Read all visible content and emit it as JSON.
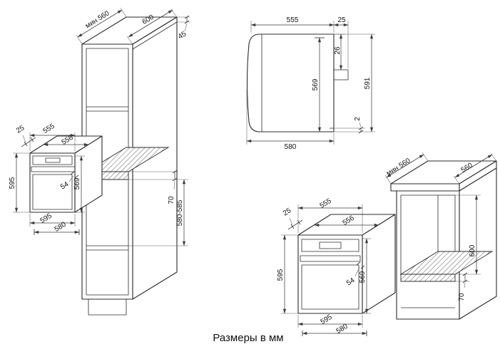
{
  "caption": "Размеры в мм",
  "views": {
    "tall": {
      "min_depth": "мин 560",
      "depth_total": "600",
      "gap_back": "45",
      "front_offset": "25",
      "width_top": "555",
      "width_body": "556",
      "height_left": "595",
      "height_body": "569",
      "handle": "54",
      "width_bottom": "595",
      "depth_bottom": "580",
      "shelf": "70",
      "niche_height": "580-585"
    },
    "side": {
      "depth_top": "555",
      "door_depth": "25",
      "top_offset": "26",
      "height_body": "569",
      "height_total": "591",
      "bottom_gap": "2",
      "depth_total": "580"
    },
    "under": {
      "min_depth": "мин 560",
      "depth_top": "560",
      "front_offset": "25",
      "width_top": "555",
      "width_body": "556",
      "height_left": "595",
      "height_body": "569",
      "handle": "54",
      "width_bottom": "595",
      "depth_bottom": "580",
      "shelf": "70",
      "niche_height": "600"
    }
  }
}
